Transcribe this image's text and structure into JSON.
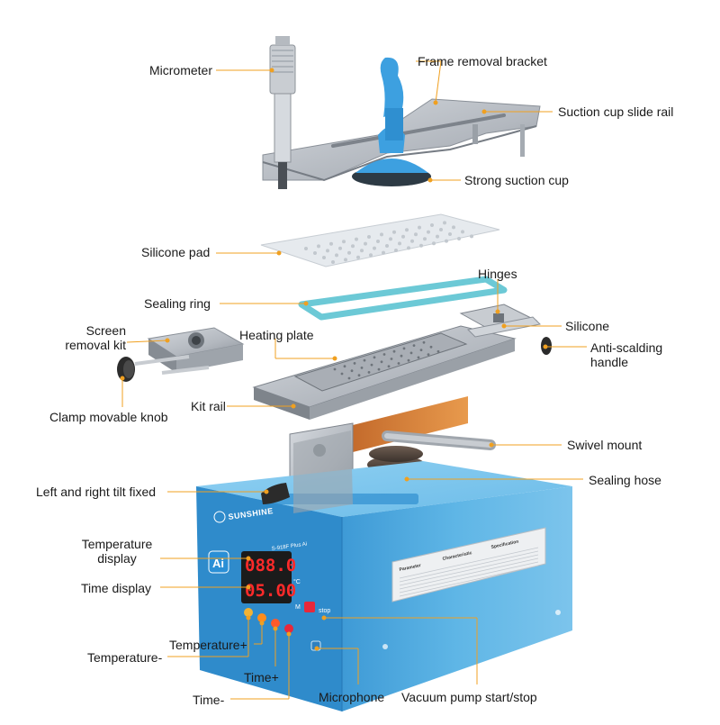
{
  "device": {
    "brand": "SUNSHINE",
    "model": "S-918F Plus Ai",
    "temperature_reading": "088.0",
    "time_reading": "05.00",
    "temperature_unit": "°C",
    "time_unit": "M",
    "ai_badge": "Ai",
    "stop_tag": "stop",
    "spec_headers": [
      "Parameter",
      "Characteristic",
      "Specification"
    ],
    "body_color": "#5ab4e5",
    "metal_color": "#b7bcc3",
    "accent_blue": "#3da0e0",
    "pad_color": "#e6eaee",
    "ring_color": "#6cc9d6",
    "display_red": "#ff2a2a"
  },
  "labels": {
    "micrometer": "Micrometer",
    "frame_removal_bracket": "Frame removal bracket",
    "suction_cup_slide_rail": "Suction cup slide rail",
    "strong_suction_cup": "Strong suction cup",
    "silicone_pad": "Silicone pad",
    "hinges": "Hinges",
    "sealing_ring": "Sealing ring",
    "silicone": "Silicone",
    "screen_removal_kit": "Screen\nremoval kit",
    "heating_plate": "Heating plate",
    "anti_scalding_handle": "Anti-scalding\nhandle",
    "kit_rail": "Kit rail",
    "clamp_movable_knob": "Clamp movable knob",
    "swivel_mount": "Swivel mount",
    "sealing_hose": "Sealing hose",
    "left_right_tilt_fixed": "Left and right tilt fixed",
    "temperature_display": "Temperature\ndisplay",
    "time_display": "Time display",
    "temperature_plus": "Temperature+",
    "temperature_minus": "Temperature-",
    "time_plus": "Time+",
    "time_minus": "Time-",
    "microphone": "Microphone",
    "vacuum_pump": "Vacuum pump start/stop"
  }
}
